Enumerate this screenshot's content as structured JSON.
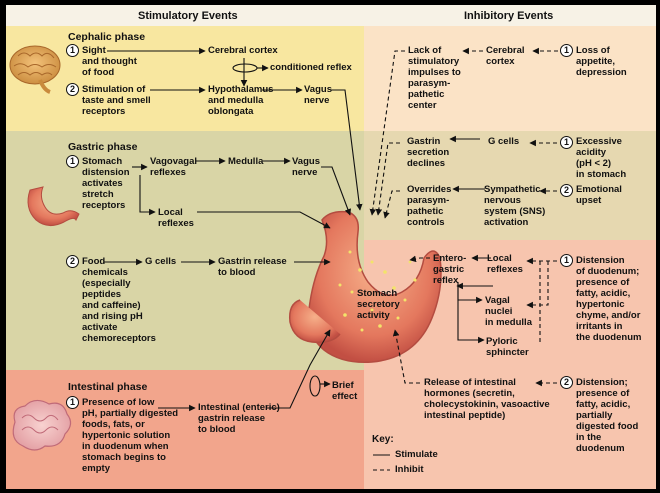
{
  "headers": {
    "stimulatory": "Stimulatory Events",
    "inhibitory": "Inhibitory Events"
  },
  "phases": {
    "cephalic": "Cephalic phase",
    "gastric": "Gastric phase",
    "intestinal": "Intestinal phase"
  },
  "numbers": {
    "one": "1",
    "two": "2"
  },
  "cephalic": {
    "sight": "Sight\nand thought\nof food",
    "cortex": "Cerebral cortex",
    "conditioned": "conditioned reflex",
    "taste": "Stimulation of\ntaste and smell\nreceptors",
    "hypothalamus": "Hypothalamus\nand medulla\noblongata",
    "vagus": "Vagus\nnerve"
  },
  "gastric": {
    "distension": "Stomach\ndistension\nactivates\nstretch\nreceptors",
    "vagovagal": "Vagovagal\nreflexes",
    "medulla": "Medulla",
    "vagus": "Vagus\nnerve",
    "local": "Local\nreflexes",
    "food": "Food\nchemicals\n(especially\npeptides\nand caffeine)\nand rising pH\nactivate\nchemoreceptors",
    "gcells": "G cells",
    "gastrin": "Gastrin release\nto blood"
  },
  "intestinal": {
    "presence": "Presence of low\npH, partially digested\nfoods, fats, or\nhypertonic solution\nin duodenum when\nstomach begins to\nempty",
    "enteric": "Intestinal (enteric)\ngastrin release\nto blood",
    "brief": "Brief\neffect"
  },
  "stomach": {
    "label": "Stomach\nsecretory\nactivity"
  },
  "inhibitory": {
    "lack": "Lack of\nstimulatory\nimpulses to\nparasym-\npathetic\ncenter",
    "cortex": "Cerebral\ncortex",
    "appetite": "Loss of\nappetite,\ndepression",
    "gastrin_declines": "Gastrin\nsecretion\ndeclines",
    "gcells": "G cells",
    "acidity": "Excessive\nacidity\n(pH < 2)\nin stomach",
    "overrides": "Overrides\nparasym-\npathetic\ncontrols",
    "sympathetic": "Sympathetic\nnervous\nsystem (SNS)\nactivation",
    "emotional": "Emotional\nupset",
    "enterogastric": "Entero-\ngastric\nreflex",
    "local": "Local\nreflexes",
    "vagal": "Vagal\nnuclei\nin medulla",
    "pyloric": "Pyloric\nsphincter",
    "duodenum": "Distension\nof duodenum;\npresence of\nfatty, acidic,\nhypertonic\nchyme, and/or\nirritants in\nthe duodenum",
    "release": "Release of intestinal\nhormones (secretin,\ncholecystokinin, vasoactive\nintestinal peptide)",
    "distension2": "Distension;\npresence of\nfatty, acidic,\npartially\ndigested food\nin the\nduodenum"
  },
  "key": {
    "title": "Key:",
    "stimulate": "Stimulate",
    "inhibit": "Inhibit"
  },
  "colors": {
    "cephalic": "#f8e7a0",
    "gastric": "#d9d5a6",
    "intestinal": "#f2a58c",
    "header": "#f7f2e6",
    "ceph_right": "#fbe3c6",
    "gas_right": "#e6d8b0",
    "int_right": "#f7c5ae"
  }
}
